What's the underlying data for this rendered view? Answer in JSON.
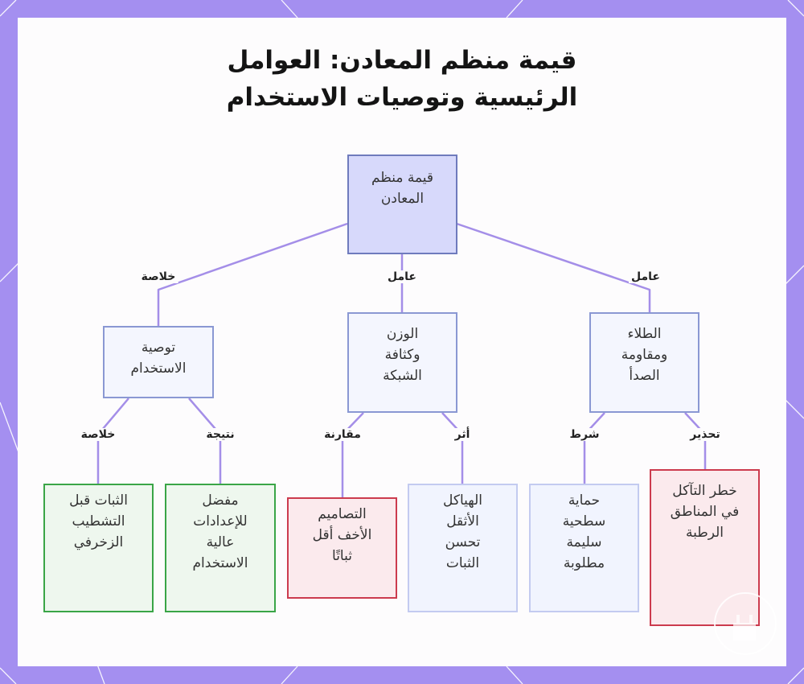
{
  "title": {
    "line1": "قيمة منظم المعادن: العوامل",
    "line2": "الرئيسية وتوصيات الاستخدام"
  },
  "colors": {
    "frame": "#a48ff0",
    "edge": "#a48ee8",
    "root_fill": "#d7d9fb",
    "good_border": "#3aa547",
    "warn_border": "#cc3b4e"
  },
  "nodes": {
    "root": {
      "lines": [
        "قيمة منظم",
        "المعادن"
      ]
    },
    "coating": {
      "lines": [
        "الطلاء",
        "ومقاومة",
        "الصدأ"
      ]
    },
    "weight": {
      "lines": [
        "الوزن",
        "وكثافة",
        "الشبكة"
      ]
    },
    "recommendation": {
      "lines": [
        "توصية",
        "الاستخدام"
      ]
    },
    "corrosion_risk": {
      "lines": [
        "خطر التآكل",
        "في المناطق",
        "الرطبة"
      ]
    },
    "surface_protection": {
      "lines": [
        "حماية",
        "سطحية",
        "سليمة",
        "مطلوبة"
      ]
    },
    "heavy_frames": {
      "lines": [
        "الهياكل",
        "الأثقل",
        "تحسن",
        "الثبات"
      ]
    },
    "light_designs": {
      "lines": [
        "التصاميم",
        "الأخف أقل",
        "ثباتًا"
      ]
    },
    "preferred_heavy_use": {
      "lines": [
        "مفضل",
        "للإعدادات",
        "عالية",
        "الاستخدام"
      ]
    },
    "stability_first": {
      "lines": [
        "الثبات قبل",
        "التشطيب",
        "الزخرفي"
      ]
    }
  },
  "edge_labels": {
    "root_coating": "عامل",
    "root_weight": "عامل",
    "root_recommendation": "خلاصة",
    "coating_corrosion": "تحذير",
    "coating_surface": "شرط",
    "weight_heavy": "أثر",
    "weight_light": "مقارنة",
    "rec_preferred": "نتيجة",
    "rec_stability": "خلاصة"
  }
}
